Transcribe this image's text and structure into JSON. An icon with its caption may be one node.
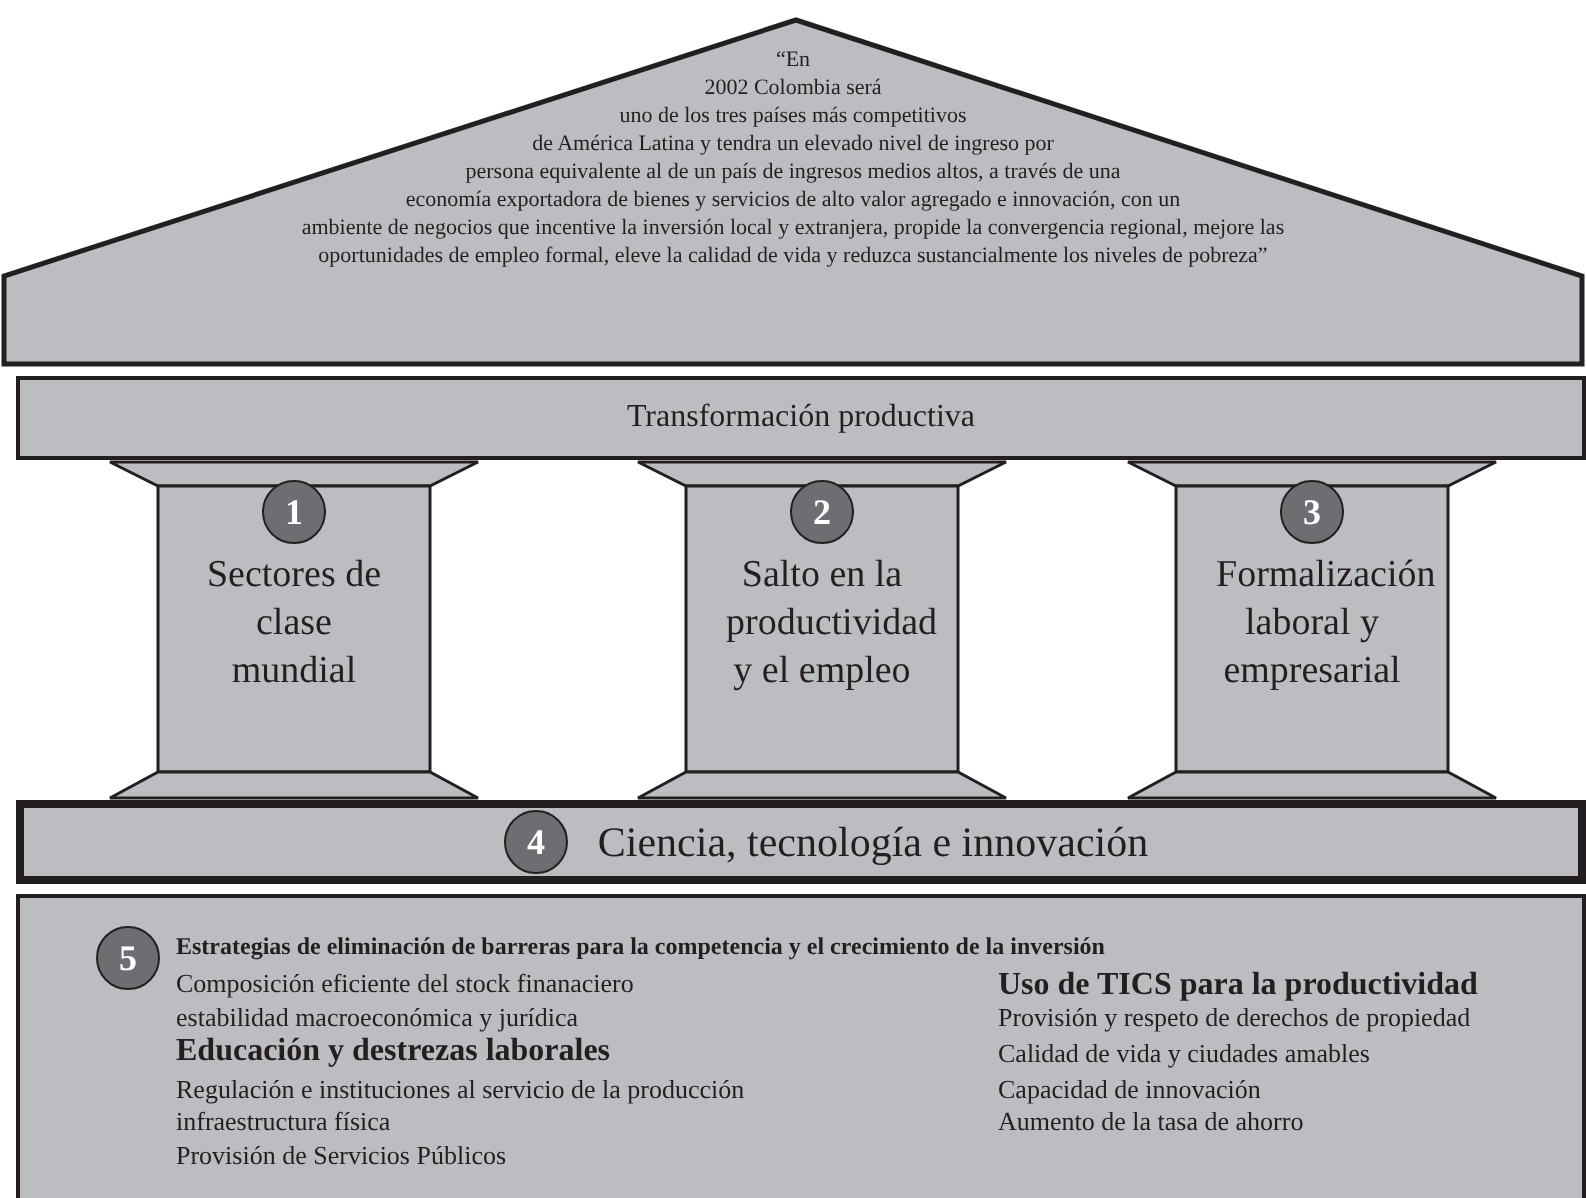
{
  "diagram": {
    "nodes": [
      {
        "text": [
          "“En 2002 Colombia será uno de los tres países más competitivos de América Latina y tendra un elevado nivel de ingreso por persona equivalente al de un país de ingresos medios altos, a través de una economía exportadora de bienes y servicios de alto valor agregado e innovación, con un ambiente de negocios que incentive la inversión local y extranjera, propide la convergencia regional, mejore las oportunidades de empleo formal, eleve la calidad de vida y reduzca sustancialmente los niveles de pobreza”"
        ]
      },
      {
        "text": [
          "Transformación productiva"
        ]
      },
      {
        "text": [
          "Sectores de clase mundial"
        ]
      },
      {
        "text": [
          "1"
        ],
        "in": 2
      },
      {
        "text": [
          "Salto en la productividad y el empleo"
        ]
      },
      {
        "text": [
          "2"
        ],
        "in": 4
      },
      {
        "text": [
          "Formalización laboral y empresarial"
        ]
      },
      {
        "text": [
          "3"
        ],
        "in": 6
      },
      {
        "text": [
          "Ciencia, tecnología e innovación"
        ]
      },
      {
        "text": [
          "4"
        ],
        "in": 8
      },
      {
        "text": [
          "Estrategias de eliminación de barreras para la competencia y el crecimiento de la inversión",
          "Composición eficiente del stock finanaciero",
          "estabilidad macroeconómica y jurídica",
          "Educación y destrezas laborales",
          "Regulación e instituciones al servicio de la producción",
          "infraestructura física",
          "Provisión de Servicios  Públicos",
          "Uso de TICS para la productividad",
          "Provisión y respeto de derechos de propiedad",
          "Calidad de vida y ciudades amables",
          "Capacidad de innovación",
          "Aumento de la tasa de ahorro"
        ]
      },
      {
        "text": [
          "5"
        ],
        "in": 10
      }
    ]
  }
}
